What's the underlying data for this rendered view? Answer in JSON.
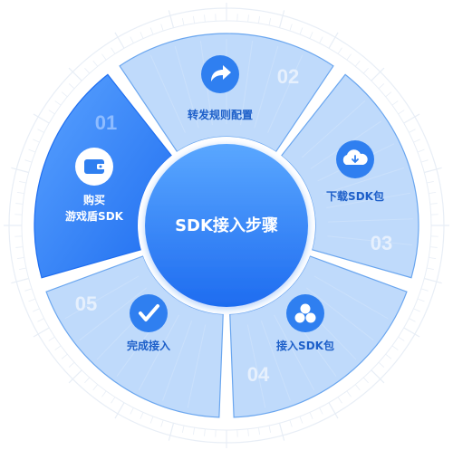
{
  "center": {
    "title": "SDK接入步骤"
  },
  "steps": [
    {
      "number": "01",
      "line1": "购买",
      "line2": "游戏盾SDK",
      "icon": "wallet-icon",
      "active": true
    },
    {
      "number": "02",
      "line1": "转发规则配置",
      "icon": "share-arrow-icon",
      "active": false
    },
    {
      "number": "03",
      "line1": "下载SDK包",
      "icon": "cloud-download-icon",
      "active": false
    },
    {
      "number": "04",
      "line1": "接入SDK包",
      "icon": "cubes-icon",
      "active": false
    },
    {
      "number": "05",
      "line1": "完成接入",
      "icon": "check-icon",
      "active": false
    }
  ],
  "colors": {
    "active_fill_start": "#5aa2ff",
    "active_fill_end": "#1f6ef0",
    "segment_fill": "#bcd8fb",
    "segment_stroke": "#6aa6ef",
    "accent": "#2f7ff0",
    "number_light": "#e6f0fd",
    "number_active": "#8ebcff",
    "center_start": "#5aa7ff",
    "center_end": "#1e6cf0",
    "ring": "#e8eef6"
  }
}
